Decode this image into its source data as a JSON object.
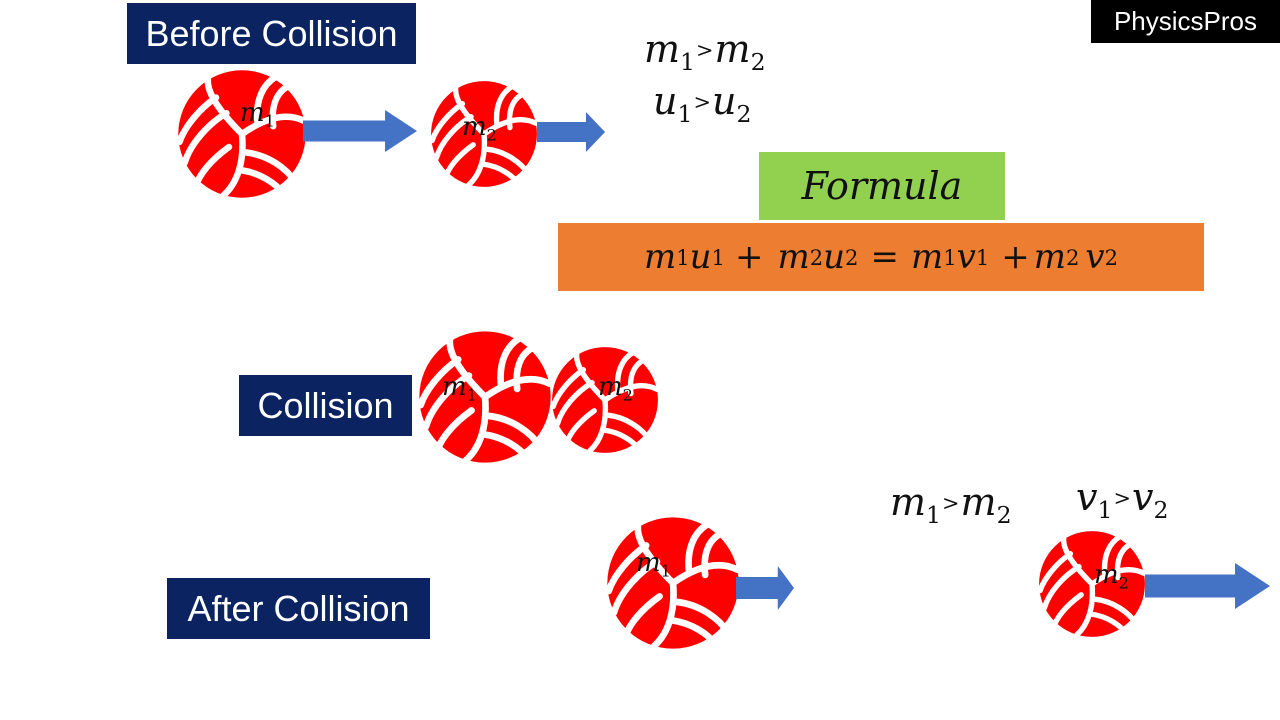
{
  "brand": "PhysicsPros",
  "stages": {
    "before": "Before Collision",
    "collision": "Collision",
    "after": "After Collision"
  },
  "formula_title": "Formula",
  "formula": {
    "lhs_term1": [
      "m",
      "1",
      "u",
      "1"
    ],
    "plus": "+",
    "lhs_term2": [
      "m",
      "2",
      "u",
      "2"
    ],
    "equals": "=",
    "rhs_term1": [
      "m",
      "1",
      "v",
      "1"
    ],
    "rhs_term2": [
      "m",
      "2",
      "v",
      "2"
    ]
  },
  "conditions_before": {
    "mass": {
      "a": "m",
      "a_sub": "1",
      "op": ">",
      "b": "m",
      "b_sub": "2"
    },
    "velocity": {
      "a": "u",
      "a_sub": "1",
      "op": ">",
      "b": "u",
      "b_sub": "2"
    }
  },
  "conditions_after": {
    "mass": {
      "a": "m",
      "a_sub": "1",
      "op": ">",
      "b": "m",
      "b_sub": "2"
    },
    "velocity": {
      "a": "v",
      "a_sub": "1",
      "op": ">",
      "b": "v",
      "b_sub": "2"
    }
  },
  "balls": {
    "m1": {
      "sym": "m",
      "sub": "1"
    },
    "m2": {
      "sym": "m",
      "sub": "2"
    }
  },
  "colors": {
    "ball": "#ff0000",
    "arrow": "#4472c4",
    "label_bg": "#0b2461",
    "formula_title_bg": "#92d050",
    "formula_bg": "#ed7d31"
  }
}
